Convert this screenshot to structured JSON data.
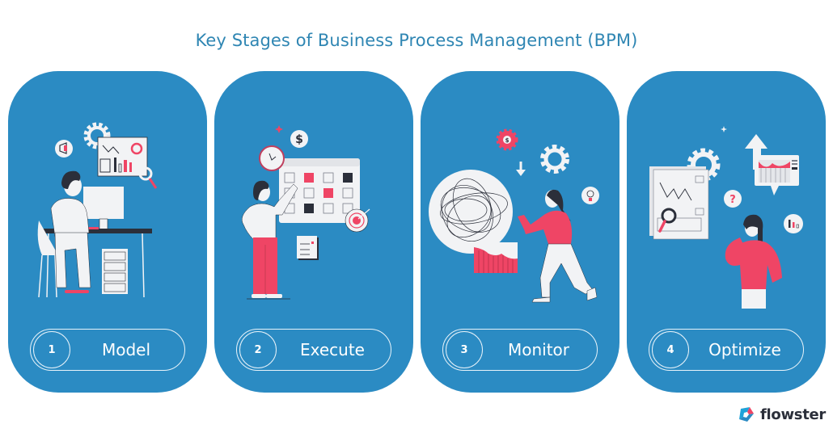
{
  "title": "Key Stages of Business Process Management (BPM)",
  "colors": {
    "title": "#2f86b3",
    "card_bg": "#2b8bc3",
    "accent_red": "#ef4565",
    "dark": "#2b2f3a",
    "light": "#f2f3f5",
    "page_bg": "#ffffff"
  },
  "stages": [
    {
      "number": "1",
      "label": "Model",
      "illustration": "person-at-desk-with-computer-and-charts"
    },
    {
      "number": "2",
      "label": "Execute",
      "illustration": "person-pointing-at-calendar-schedule"
    },
    {
      "number": "3",
      "label": "Monitor",
      "illustration": "person-pushing-tangled-ball"
    },
    {
      "number": "4",
      "label": "Optimize",
      "illustration": "person-thinking-with-reports-and-growth-arrow"
    }
  ],
  "logo": {
    "text": "flowster",
    "icon": "flowster-logo-icon"
  }
}
